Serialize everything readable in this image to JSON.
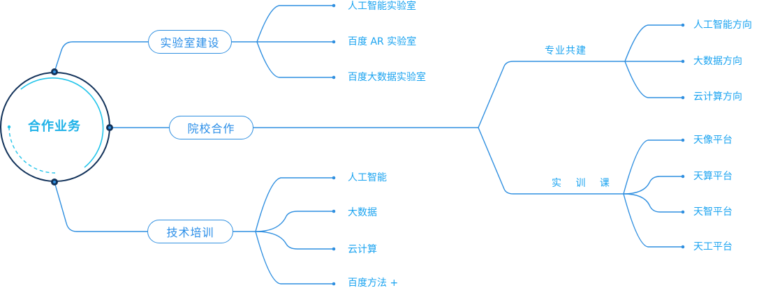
{
  "colors": {
    "line": "#2f8fe0",
    "text": "#1aa3f0",
    "pill_text": "#2a8ee8",
    "center_text": "#1fb2e8",
    "ring_dark": "#12325a",
    "ring_accent": "#21c4ea"
  },
  "center": {
    "label": "合作业务"
  },
  "branches": {
    "lab": {
      "label": "实验室建设",
      "items": [
        "人工智能实验室",
        "百度 AR 实验室",
        "百度大数据实验室"
      ]
    },
    "school": {
      "label": "院校合作",
      "sub_major": {
        "label": "专业共建",
        "items": [
          "人工智能方向",
          "大数据方向",
          "云计算方向"
        ]
      },
      "sub_training": {
        "label": "实 训 课",
        "items": [
          "天像平台",
          "天算平台",
          "天智平台",
          "天工平台"
        ]
      }
    },
    "tech": {
      "label": "技术培训",
      "items": [
        "人工智能",
        "大数据",
        "云计算",
        "百度方法 +"
      ]
    }
  }
}
